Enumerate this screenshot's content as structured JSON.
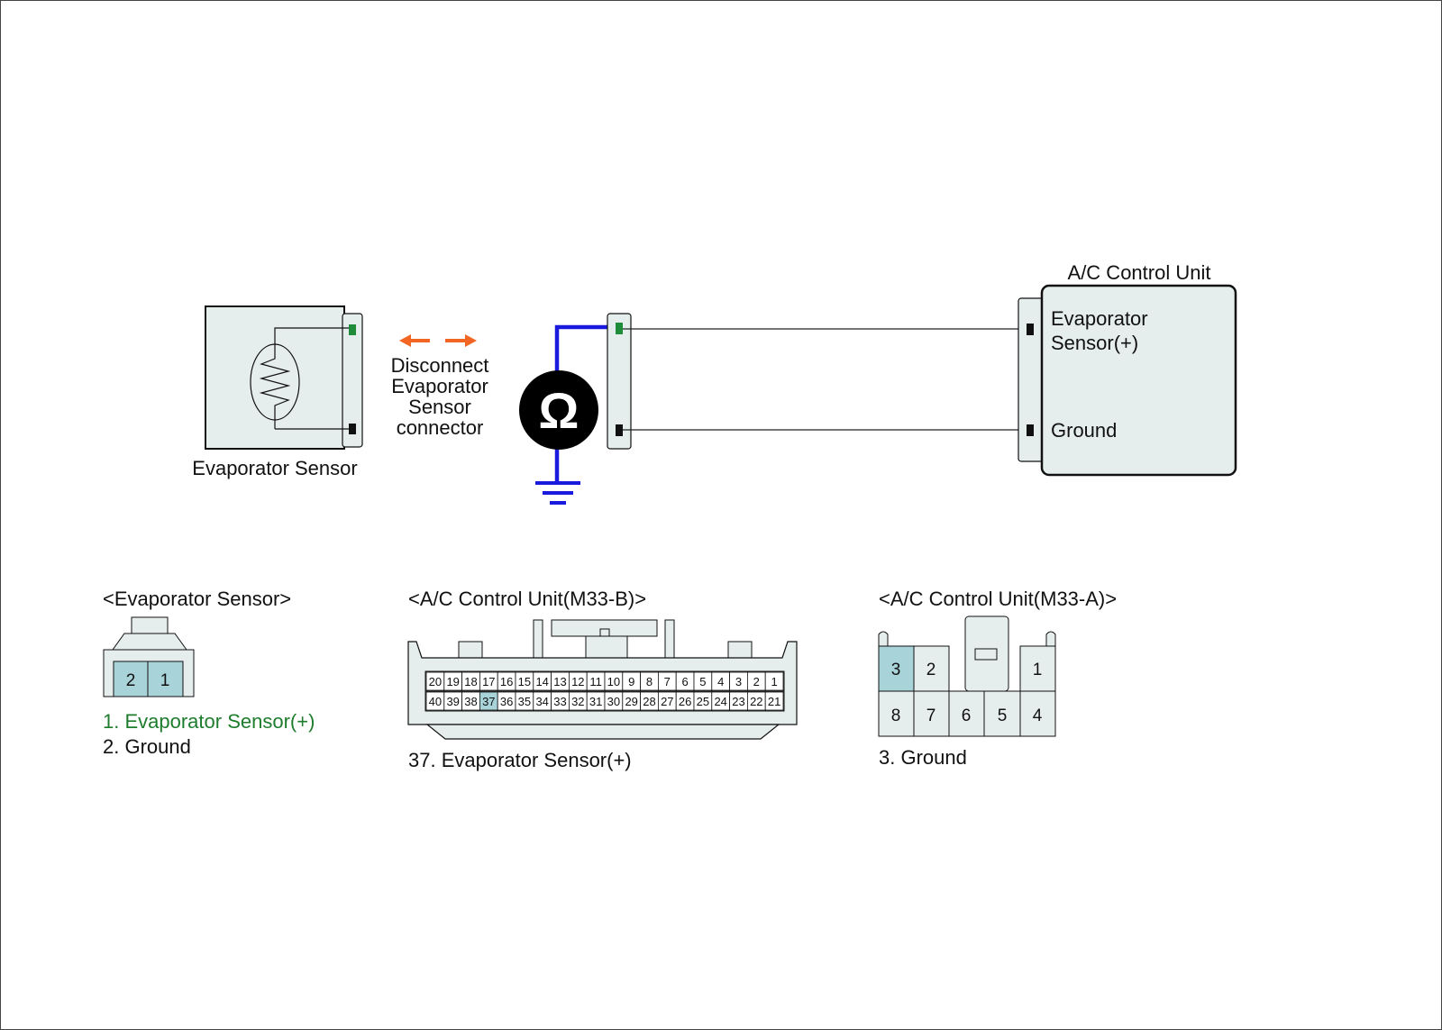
{
  "sensor": {
    "label": "Evaporator Sensor"
  },
  "disconnect_note": [
    "Disconnect",
    "Evaporator",
    "Sensor",
    "connector"
  ],
  "meter": {
    "symbol": "Ω"
  },
  "control_unit": {
    "title": "A/C Control Unit",
    "terminal_sensor": [
      "Evaporator",
      "Sensor(+)"
    ],
    "terminal_ground": "Ground"
  },
  "connector_sensor": {
    "title": "<Evaporator Sensor>",
    "pins": [
      "2",
      "1"
    ],
    "highlighted_pins": [
      "2",
      "1"
    ],
    "legend": [
      "1. Evaporator Sensor(+)",
      "2. Ground"
    ]
  },
  "connector_m33b": {
    "title": "<A/C Control Unit(M33-B)>",
    "top_row": [
      "20",
      "19",
      "18",
      "17",
      "16",
      "15",
      "14",
      "13",
      "12",
      "11",
      "10",
      "9",
      "8",
      "7",
      "6",
      "5",
      "4",
      "3",
      "2",
      "1"
    ],
    "bottom_row": [
      "40",
      "39",
      "38",
      "37",
      "36",
      "35",
      "34",
      "33",
      "32",
      "31",
      "30",
      "29",
      "28",
      "27",
      "26",
      "25",
      "24",
      "23",
      "22",
      "21"
    ],
    "highlighted_pin": "37",
    "legend": "37. Evaporator Sensor(+)"
  },
  "connector_m33a": {
    "title": "<A/C Control Unit(M33-A)>",
    "top_pins": [
      "3",
      "2",
      "1"
    ],
    "bottom_pins": [
      "8",
      "7",
      "6",
      "5",
      "4"
    ],
    "highlighted_pin": "3",
    "legend": "3. Ground"
  },
  "colors": {
    "wire_meter": "#1a1adf",
    "arrow": "#f26522",
    "pin_highlight": "#a8d3d9",
    "pin_green": "#1e8c3a",
    "legend_green": "#1e7d2d",
    "component_fill": "#e6eded"
  }
}
